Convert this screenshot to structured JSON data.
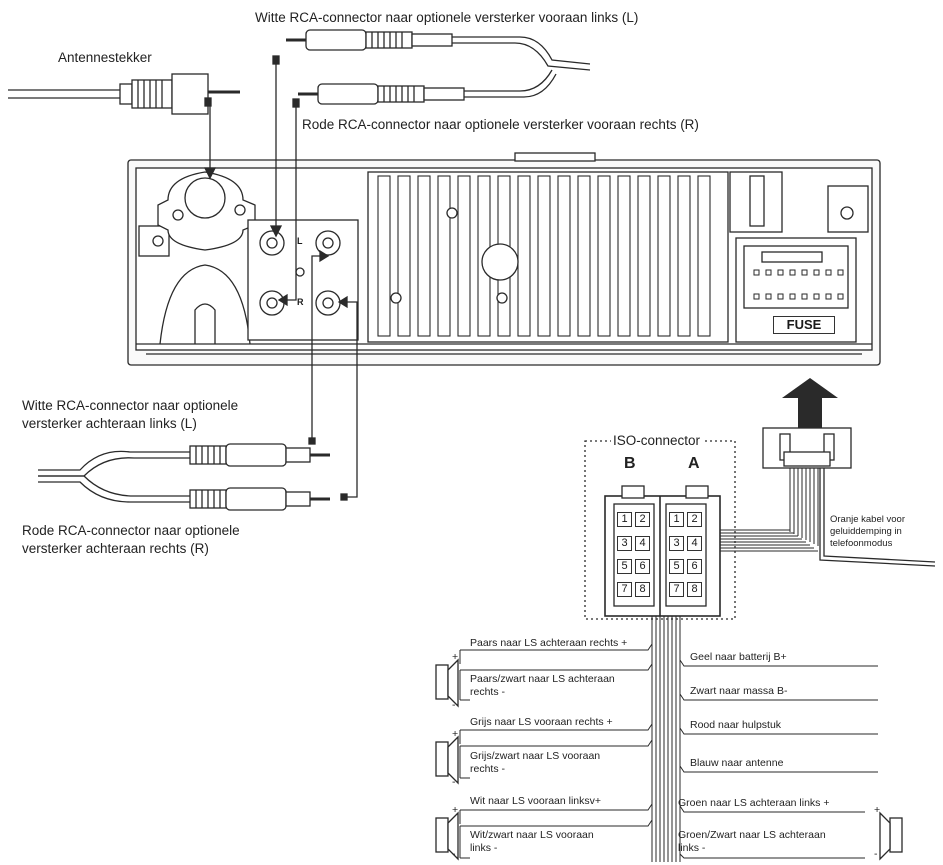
{
  "labels": {
    "antenna_plug": "Antennestekker",
    "white_front_left": "Witte RCA-connector naar optionele versterker vooraan links (L)",
    "red_front_right": "Rode RCA-connector naar optionele versterker vooraan rechts (R)",
    "white_rear_left_1": "Witte RCA-connector naar optionele",
    "white_rear_left_2": "versterker achteraan links (L)",
    "red_rear_right_1": "Rode RCA-connector naar optionele",
    "red_rear_right_2": "versterker achteraan rechts (R)",
    "iso_connector": "ISO-connector",
    "iso_b": "B",
    "iso_a": "A",
    "fuse": "FUSE",
    "rca_l": "L",
    "rca_r": "R",
    "orange_1": "Oranje kabel voor",
    "orange_2": "geluiddemping in",
    "orange_3": "telefoonmodus"
  },
  "pins_b": [
    "1",
    "2",
    "3",
    "4",
    "5",
    "6",
    "7",
    "8"
  ],
  "pins_a": [
    "1",
    "2",
    "3",
    "4",
    "5",
    "6",
    "7",
    "8"
  ],
  "wires_left": {
    "w1": "Paars naar LS achteraan rechts +",
    "w2a": "Paars/zwart naar LS achteraan",
    "w2b": "rechts -",
    "w3": "Grijs naar LS vooraan rechts +",
    "w4a": "Grijs/zwart naar LS vooraan",
    "w4b": "rechts -",
    "w5": "Wit naar LS vooraan linksv+",
    "w6a": "Wit/zwart naar LS vooraan",
    "w6b": "links -"
  },
  "wires_right": {
    "w1": "Geel naar batterij B+",
    "w2": "Zwart naar massa B-",
    "w3": "Rood naar hulpstuk",
    "w4": "Blauw naar antenne",
    "w5": "Groen naar LS achteraan links +",
    "w6a": "Groen/Zwart naar LS achteraan",
    "w6b": "links -"
  },
  "speaker_signs": {
    "plus": "+",
    "minus": "-"
  },
  "colors": {
    "line": "#2a2a2a",
    "fill": "#ffffff",
    "shade": "#cfcfcf"
  }
}
